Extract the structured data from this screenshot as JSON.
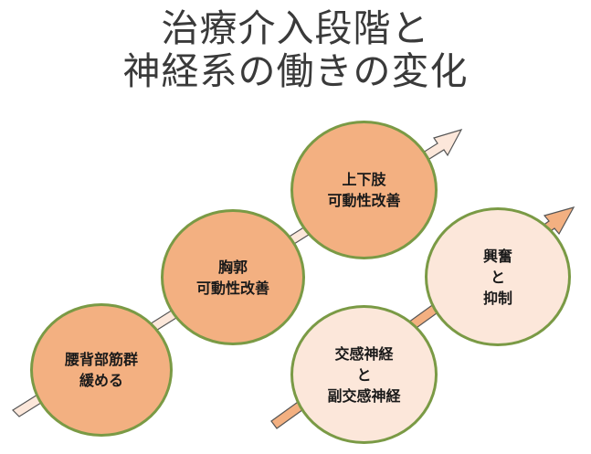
{
  "title": {
    "line1": "治療介入段階と",
    "line2": "神経系の働きの変化"
  },
  "colors": {
    "node_dark": "#f3b081",
    "node_light": "#fce7da",
    "node_border": "#7a9a45",
    "arrow_light": "#fce7da",
    "arrow_dark": "#f3b081",
    "arrow_outline": "#555555",
    "title_text": "#3a3a3a"
  },
  "nodes": [
    {
      "lines": [
        "腰背部筋群",
        "緩める"
      ]
    },
    {
      "lines": [
        "胸郭",
        "可動性改善"
      ]
    },
    {
      "lines": [
        "上下肢",
        "可動性改善"
      ]
    },
    {
      "lines": [
        "交感神経",
        "と",
        "副交感神経"
      ]
    },
    {
      "lines": [
        "興奮",
        "と",
        "抑制"
      ]
    }
  ]
}
